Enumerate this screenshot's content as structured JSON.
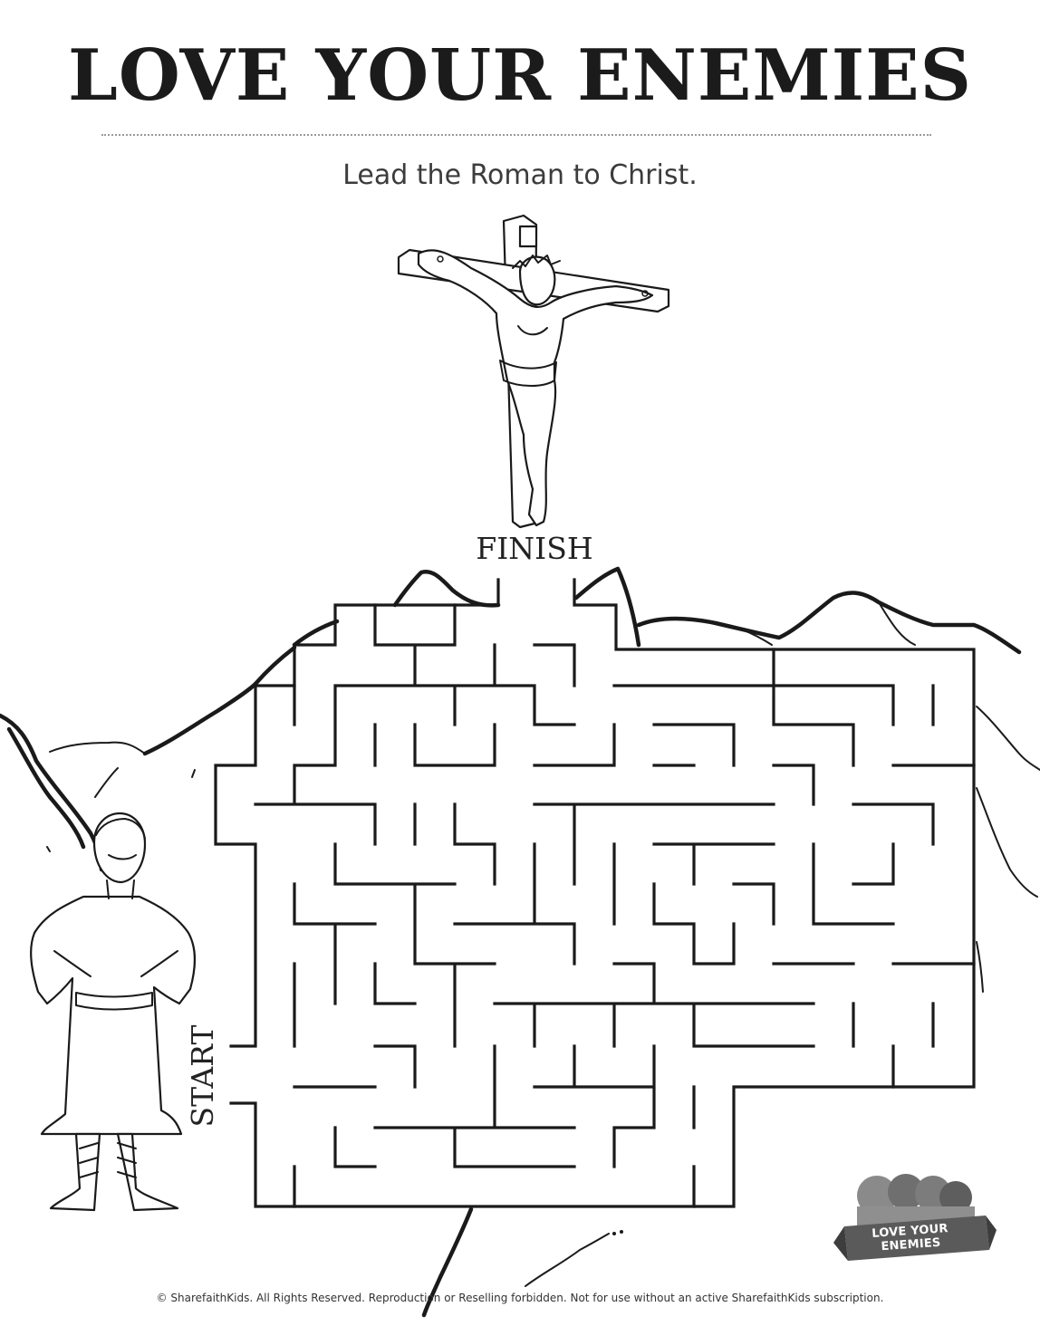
{
  "worksheet": {
    "title": "LOVE YOUR ENEMIES",
    "instruction": "Lead the Roman to Christ.",
    "finish_label": "FINISH",
    "start_label": "START",
    "badge_label": "LOVE YOUR ENEMIES",
    "copyright": "© SharefaithKids. All Rights Reserved. Reproduction or Reselling forbidden. Not for use without an active SharefaithKids subscription."
  },
  "illustrations": {
    "crucifix": "crucifix-illustration",
    "roman": "roman-soldier-illustration",
    "mountains": "mountain-range-illustration",
    "badge": "sharefaithkids-badge"
  },
  "colors": {
    "ink": "#1a1a1a",
    "badge_bg": "#6b6b6b",
    "rule": "#9a9a9a"
  }
}
